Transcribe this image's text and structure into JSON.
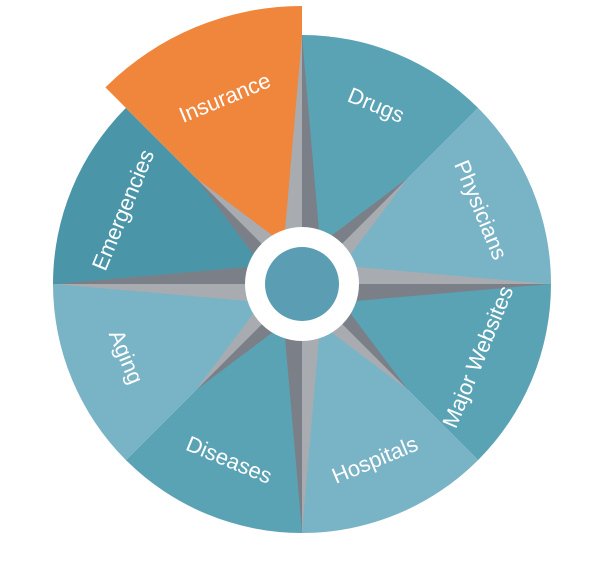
{
  "wheel": {
    "segments": [
      {
        "label": "Drugs",
        "color": "#5aa3b5",
        "highlighted": false
      },
      {
        "label": "Physicians",
        "color": "#79b3c6",
        "highlighted": false
      },
      {
        "label": "Major Websites",
        "color": "#5aa3b5",
        "highlighted": false
      },
      {
        "label": "Hospitals",
        "color": "#79b3c6",
        "highlighted": false
      },
      {
        "label": "Diseases",
        "color": "#5aa3b5",
        "highlighted": false
      },
      {
        "label": "Aging",
        "color": "#79b3c6",
        "highlighted": false
      },
      {
        "label": "Emergencies",
        "color": "#4a96a8",
        "highlighted": false
      },
      {
        "label": "Insurance",
        "color": "#f0853c",
        "highlighted": true
      }
    ],
    "colors": {
      "compass_light": "#a8acb0",
      "compass_dark": "#7b8088",
      "hub_ring": "#ffffff",
      "hub_center": "#5b9db3",
      "label_text": "#ffffff"
    }
  }
}
